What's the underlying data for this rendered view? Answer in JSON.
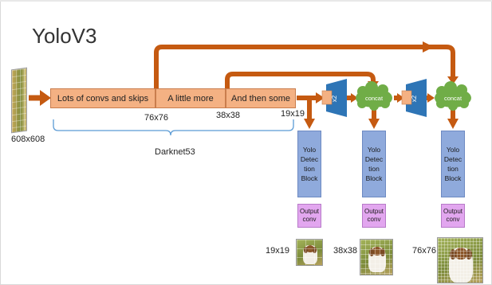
{
  "title": "YoloV3",
  "input": {
    "size_label": "608x608"
  },
  "backbone": {
    "segments": [
      "Lots of convs and skips",
      "A little more",
      "And then some"
    ],
    "scale_labels": [
      "76x76",
      "38x38",
      "19x19"
    ],
    "bracket_label": "Darknet53"
  },
  "upsample_label": "x2",
  "concat_label": "concat",
  "heads": [
    {
      "block_label": "Yolo Detec tion Block",
      "output_label": "Output conv",
      "scale_label": "19x19"
    },
    {
      "block_label": "Yolo Detec tion Block",
      "output_label": "Output conv",
      "scale_label": "38x38"
    },
    {
      "block_label": "Yolo Detec tion Block",
      "output_label": "Output conv",
      "scale_label": "76x76"
    }
  ],
  "colors": {
    "arrow": "#c55a11",
    "backbone_fill": "#f4b183",
    "upsample_fill": "#2e75b6",
    "concat_fill": "#70ad47",
    "detection_fill": "#8faadc",
    "output_fill": "#e2a6ef",
    "bracket": "#5b9bd5"
  }
}
